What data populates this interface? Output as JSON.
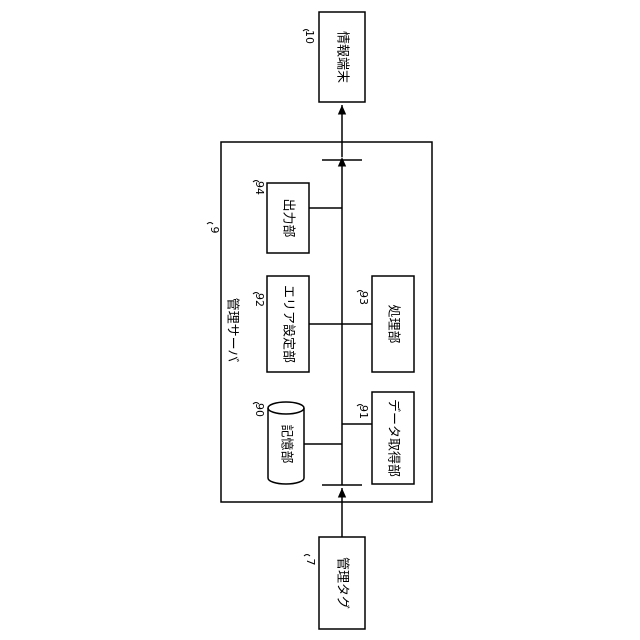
{
  "diagram": {
    "management_server": {
      "label": "管理サーバ",
      "ref": "9"
    },
    "information_terminal": {
      "label": "情報端末",
      "ref": "10"
    },
    "management_tag": {
      "label": "管理タグ",
      "ref": "7"
    },
    "output_unit": {
      "label": "出力部",
      "ref": "94"
    },
    "area_setting_unit": {
      "label": "エリア設定部",
      "ref": "92"
    },
    "processing_unit": {
      "label": "処理部",
      "ref": "93"
    },
    "storage_unit": {
      "label": "記憶部",
      "ref": "90"
    },
    "data_acquisition_unit": {
      "label": "データ取得部",
      "ref": "91"
    }
  }
}
